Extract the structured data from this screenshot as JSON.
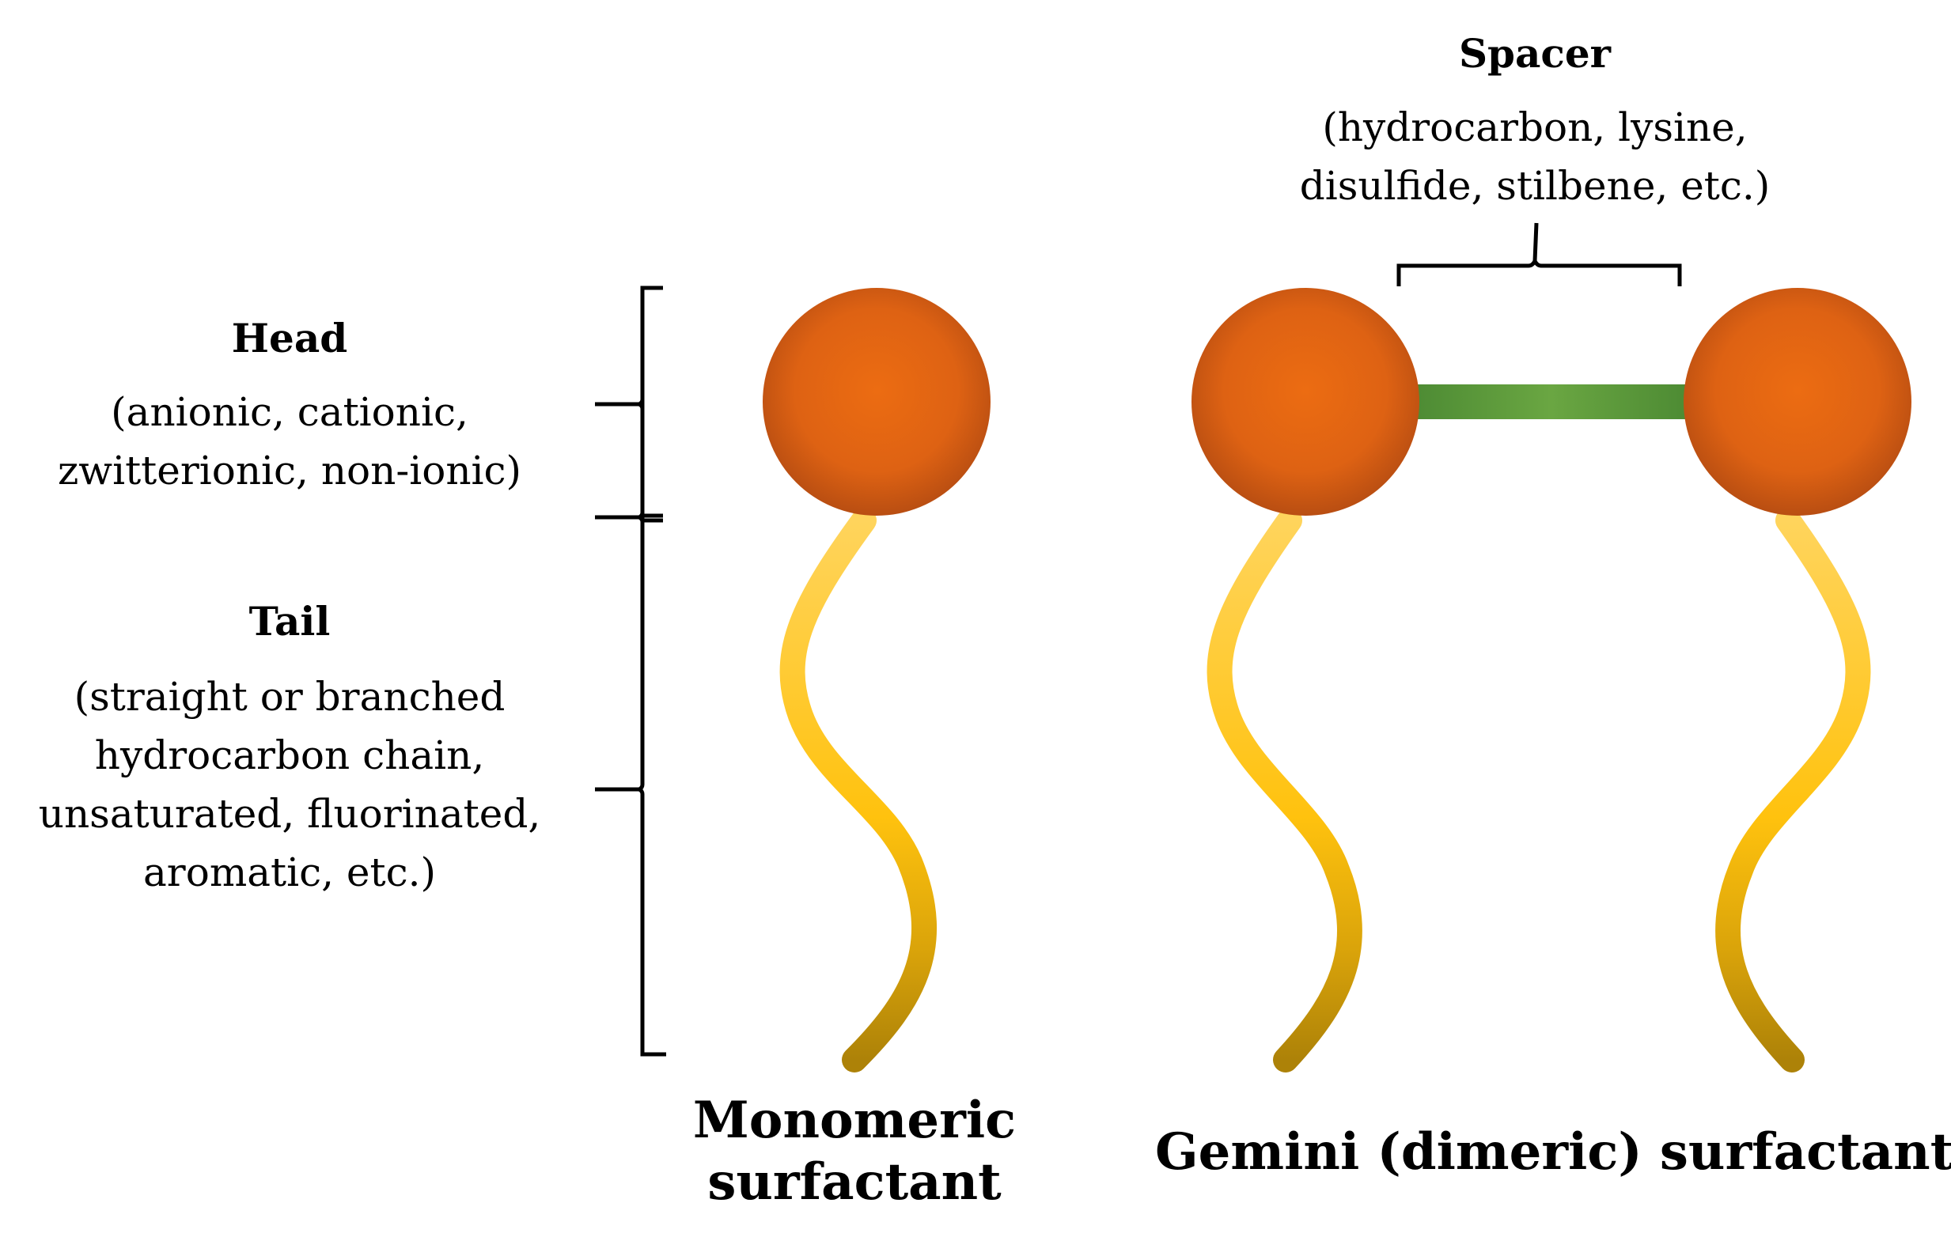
{
  "labels": {
    "spacer_title": "Spacer",
    "spacer_desc": [
      "(hydrocarbon, lysine,",
      "disulfide, stilbene, etc.)"
    ],
    "head_title": "Head",
    "head_desc": [
      "(anionic, cationic,",
      "zwitterionic, non-ionic)"
    ],
    "tail_title": "Tail",
    "tail_desc": [
      "(straight or branched",
      "hydrocarbon chain,",
      "unsaturated, fluorinated,",
      "aromatic, etc.)"
    ],
    "monomeric_caption": [
      "Monomeric",
      "surfactant"
    ],
    "gemini_caption": "Gemini (dimeric) surfactant"
  },
  "colors": {
    "head_center": "#ea6a12",
    "head_edge": "#bb4f12",
    "spacer": "#5f9a3f",
    "tail_top": "#ffd35a",
    "tail_mid": "#ffc20e",
    "tail_bottom": "#b5880a",
    "bracket": "#000000"
  }
}
